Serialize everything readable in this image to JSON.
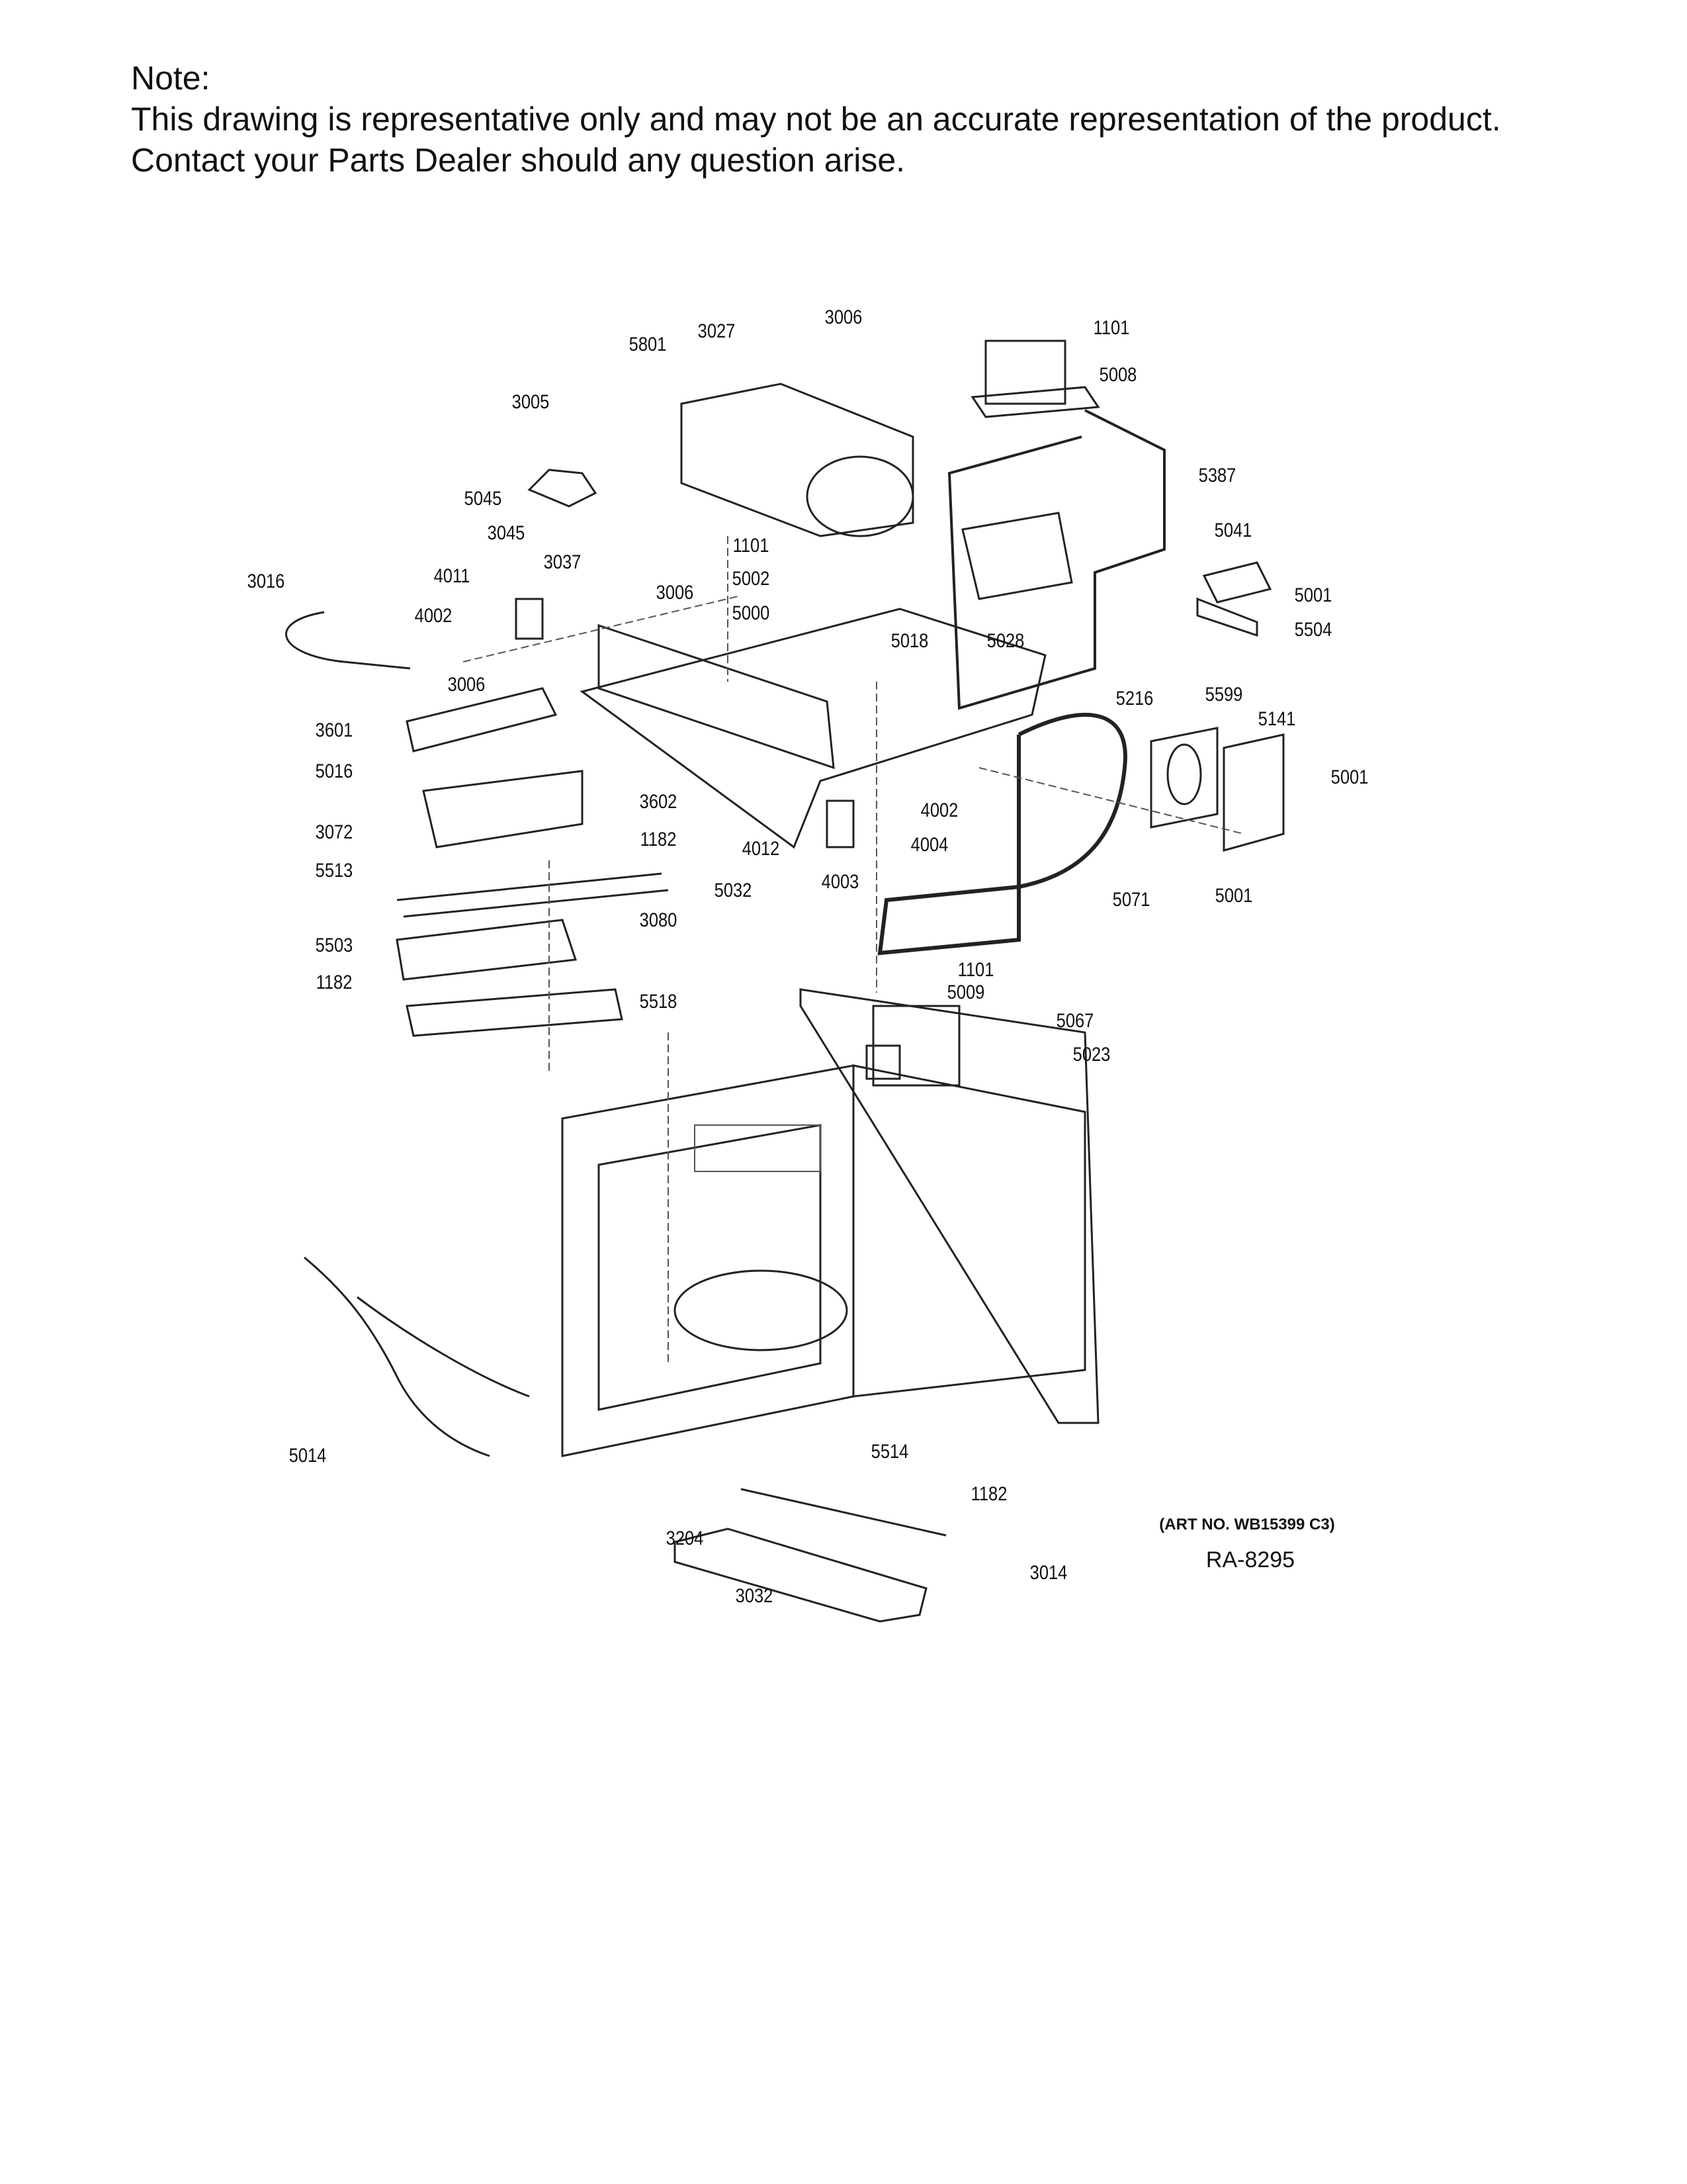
{
  "note": {
    "heading": "Note:",
    "line1": "This drawing is representative only and may not be an accurate representation of the product.",
    "line2": "Contact your Parts Dealer should any question arise."
  },
  "labels": [
    "5801",
    "3027",
    "3006",
    "1101",
    "5008",
    "3005",
    "5045",
    "3045",
    "5387",
    "5041",
    "3016",
    "4011",
    "3037",
    "3006",
    "1101",
    "5002",
    "5000",
    "5001",
    "5504",
    "4002",
    "5018",
    "5028",
    "3006",
    "5216",
    "5599",
    "5141",
    "3601",
    "5001",
    "5016",
    "3602",
    "4002",
    "3072",
    "1182",
    "4012",
    "4004",
    "5513",
    "4003",
    "5032",
    "5001",
    "5071",
    "3080",
    "5503",
    "1101",
    "1182",
    "5009",
    "5518",
    "5067",
    "5023",
    "5014",
    "5514",
    "1182",
    "3204",
    "3014",
    "3032"
  ],
  "art_number": "(ART NO. WB15399 C3)",
  "drawing_id": "RA-8295"
}
